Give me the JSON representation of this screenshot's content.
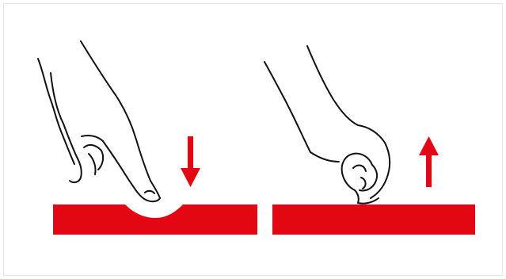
{
  "diagram": {
    "panels": [
      {
        "action": "press-down",
        "arrow_direction": "down"
      },
      {
        "action": "pinch-lift",
        "arrow_direction": "up"
      }
    ],
    "colors": {
      "material": "#e30613",
      "arrow": "#e30613",
      "outline": "#111111",
      "background": "#ffffff",
      "frame_border": "#e6e6e6"
    },
    "icons": [
      "pressing-hand-icon",
      "pinching-hand-icon",
      "arrow-down-icon",
      "arrow-up-icon"
    ]
  }
}
